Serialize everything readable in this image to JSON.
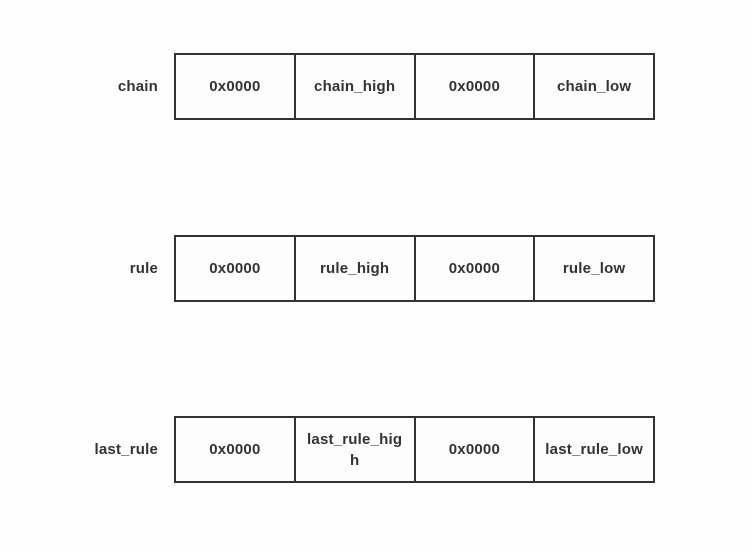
{
  "canvas": {
    "background": "#fefefe",
    "border_color": "#333333",
    "text_color": "#333333"
  },
  "diagram": {
    "type": "memory-layout",
    "rows": [
      {
        "label": "chain",
        "cells": [
          "0x0000",
          "chain_high",
          "0x0000",
          "chain_low"
        ]
      },
      {
        "label": "rule",
        "cells": [
          "0x0000",
          "rule_high",
          "0x0000",
          "rule_low"
        ]
      },
      {
        "label": "last_rule",
        "cells": [
          "0x0000",
          "last_rule_high",
          "0x0000",
          "last_rule_low"
        ]
      }
    ]
  }
}
